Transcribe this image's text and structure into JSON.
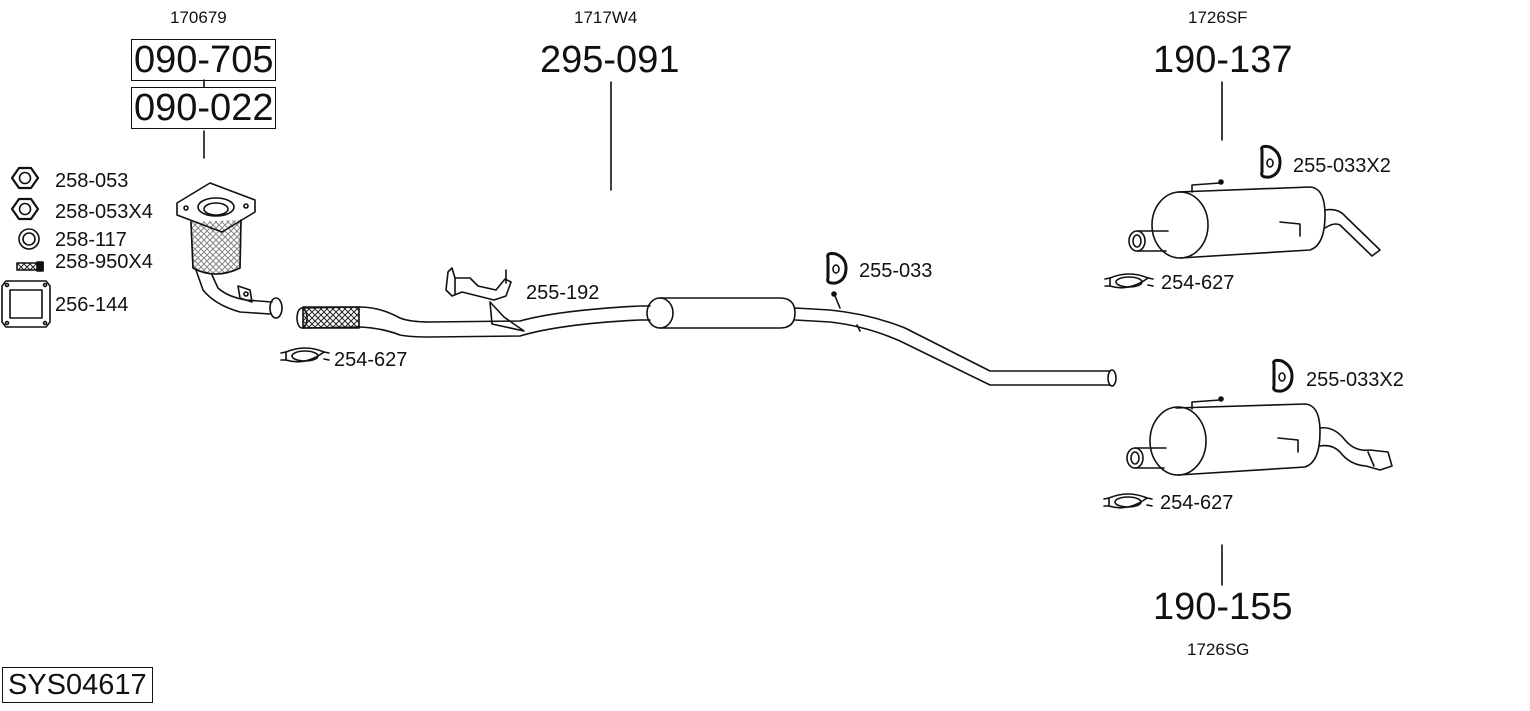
{
  "system_code": "SYS04617",
  "assemblies": {
    "catalyst": {
      "ref": "170679",
      "parts": [
        "090-705",
        "090-022"
      ]
    },
    "middle": {
      "ref": "1717W4",
      "part": "295-091"
    },
    "rear_upper": {
      "ref": "1726SF",
      "part": "190-137"
    },
    "rear_lower": {
      "ref": "1726SG",
      "part": "190-155"
    }
  },
  "fittings": {
    "nut": "258-053",
    "nut_x4": "258-053X4",
    "ring": "258-117",
    "stud_x4": "258-950X4",
    "gasket": "256-144",
    "clamp_front": "254-627",
    "bracket": "255-192",
    "rubber_mount": "255-033",
    "rubber_mount_rear_upper": "255-033X2",
    "clamp_rear_upper": "254-627",
    "rubber_mount_rear_lower": "255-033X2",
    "clamp_rear_lower": "254-627"
  }
}
